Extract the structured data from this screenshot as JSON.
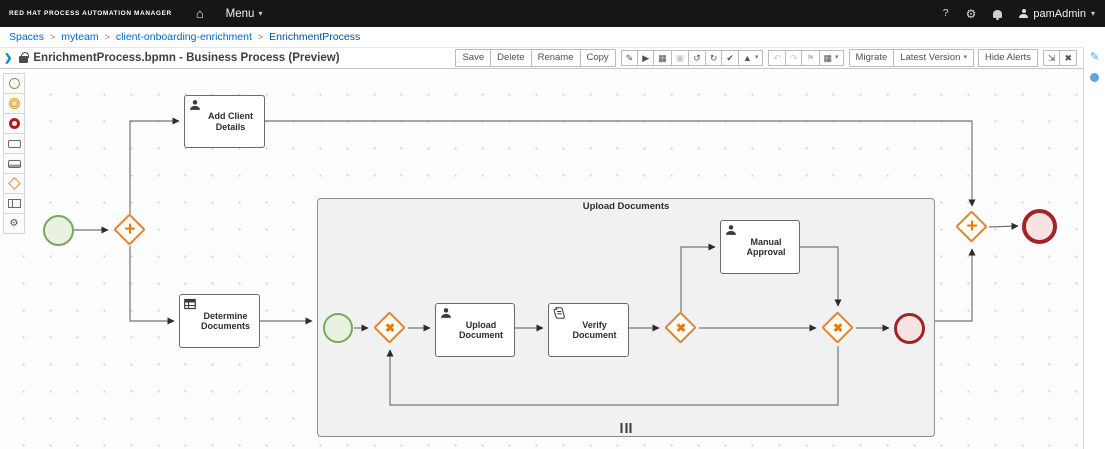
{
  "masthead": {
    "brand": "RED HAT PROCESS AUTOMATION MANAGER",
    "menu_label": "Menu",
    "help_label": "?",
    "user_label": "pamAdmin"
  },
  "breadcrumb": {
    "separator": ">",
    "items": [
      "Spaces",
      "myteam",
      "client-onboarding-enrichment",
      "EnrichmentProcess"
    ]
  },
  "editor_header": {
    "title": "EnrichmentProcess.bpmn - Business Process (Preview)"
  },
  "toolbar": {
    "buttons": [
      {
        "label": "Save"
      },
      {
        "label": "Delete"
      },
      {
        "label": "Rename"
      },
      {
        "label": "Copy"
      }
    ],
    "icon_buttons": [
      {
        "name": "validate-icon",
        "glyph": "✎"
      },
      {
        "name": "play-icon",
        "glyph": "▶"
      },
      {
        "name": "panels-icon",
        "glyph": "▦"
      },
      {
        "name": "clone-icon",
        "glyph": "▣"
      },
      {
        "name": "undo-icon",
        "glyph": "↺"
      },
      {
        "name": "redo-icon",
        "glyph": "↻"
      },
      {
        "name": "confirm-icon",
        "glyph": "✔"
      },
      {
        "name": "export-icon",
        "glyph": "▲"
      },
      {
        "name": "nav-back-icon",
        "glyph": "↶"
      },
      {
        "name": "nav-forward-icon",
        "glyph": "↷"
      },
      {
        "name": "flag-icon",
        "glyph": "⚑"
      },
      {
        "name": "layout-icon",
        "glyph": "▦"
      }
    ],
    "migrate_label": "Migrate",
    "version_label": "Latest Version",
    "hide_alerts_label": "Hide Alerts",
    "expand_glyph": "⇲",
    "close_glyph": "✖"
  },
  "icons": {
    "caret": "▾",
    "home": "⌂",
    "gear": "⚙",
    "gears": "⚙⚙",
    "panel_chevron": "❯",
    "pencil": "✎",
    "parallel_gateway": "+",
    "exclusive_gateway": "✖"
  },
  "palette": {
    "items": [
      "start-event",
      "intermediate-event",
      "end-event",
      "task",
      "subprocess",
      "gateway",
      "lane",
      "service-tasks"
    ]
  },
  "diagram": {
    "nodes": {
      "add_client_details": {
        "label": "Add Client Details",
        "icon": "user-icon"
      },
      "determine_documents": {
        "label": "Determine Documents",
        "icon": "business-rule-icon"
      },
      "upload_document": {
        "label": "Upload Document",
        "icon": "user-icon"
      },
      "verify_document": {
        "label": "Verify Document",
        "icon": "script-icon"
      },
      "manual_approval": {
        "label": "Manual Approval",
        "icon": "user-icon"
      }
    },
    "subprocess": {
      "label": "Upload Documents",
      "marker": "multi-instance"
    }
  },
  "colors": {
    "accent_blue": "#0066cc",
    "gateway_orange": "#ec7a08",
    "start_green": "#79a75c",
    "end_red": "#a32426",
    "subprocess_gray": "#f1f1f1",
    "masthead_black": "#161616"
  }
}
